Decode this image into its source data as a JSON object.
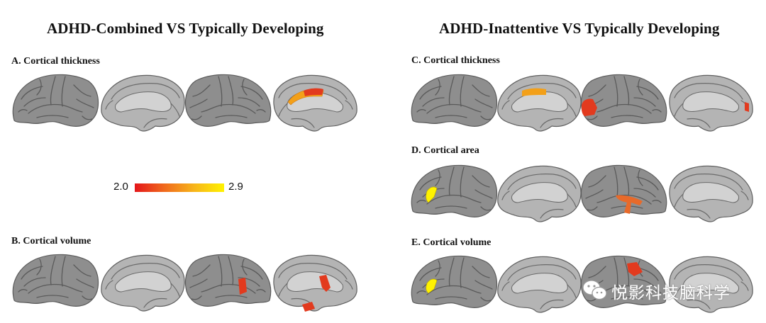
{
  "titles": {
    "left": "ADHD-Combined VS Typically Developing",
    "right": "ADHD-Inattentive VS Typically Developing"
  },
  "panels": {
    "a": "A.  Cortical thickness",
    "b": "B.  Cortical volume",
    "c": "C.  Cortical thickness",
    "d": "D.  Cortical area",
    "e": "E.  Cortical volume"
  },
  "colorbar": {
    "min": "2.0",
    "max": "2.9",
    "colors": [
      "#e4161a",
      "#f06a1c",
      "#f7b51a",
      "#fff200"
    ]
  },
  "watermark": {
    "text": "悦影科技脑科学"
  },
  "colors": {
    "cortex": "#8d8d8d",
    "medial": "#b9b9b9",
    "red": "#e23a1e",
    "orange": "#f3a019",
    "yellow": "#fff200"
  }
}
